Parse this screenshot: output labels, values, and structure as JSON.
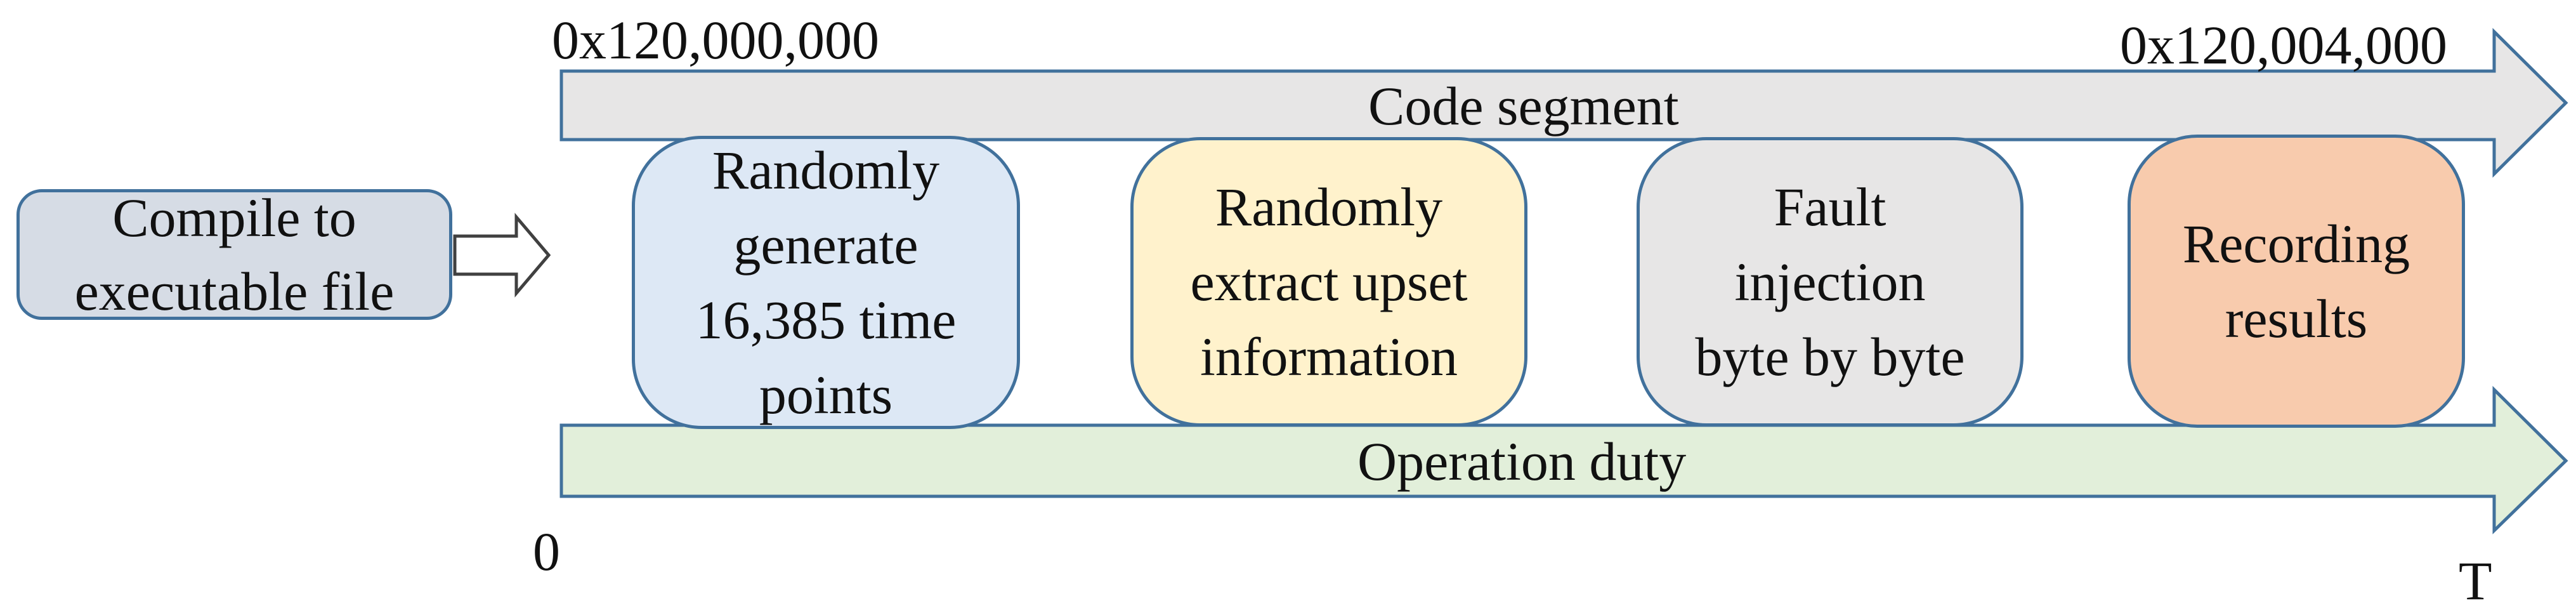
{
  "diagram": {
    "compile_box": {
      "label": "Compile to\nexecutable file",
      "fill": "#d6dce5"
    },
    "code_segment": {
      "label": "Code segment",
      "start_address": "0x120,000,000",
      "end_address": "0x120,004,000",
      "fill": "#e7e6e6"
    },
    "operation_duty": {
      "label": "Operation duty",
      "start_time": "0",
      "end_time": "T",
      "fill": "#e2efda"
    },
    "steps": [
      {
        "label": "Randomly\ngenerate\n16,385 time\npoints",
        "fill": "#dde8f5"
      },
      {
        "label": "Randomly\nextract upset\ninformation",
        "fill": "#fff2cc"
      },
      {
        "label": "Fault\ninjection\nbyte by byte",
        "fill": "#e7e6e6"
      },
      {
        "label": "Recording\nresults",
        "fill": "#f8cbad"
      }
    ],
    "stroke": "#41719c"
  }
}
